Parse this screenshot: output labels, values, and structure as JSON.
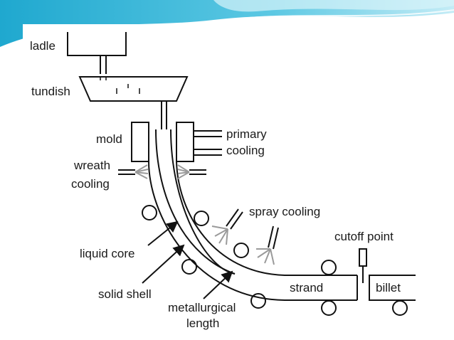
{
  "diagram": {
    "labels": {
      "ladle": "ladle",
      "tundish": "tundish",
      "mold": "mold",
      "primary_cooling_1": "primary",
      "primary_cooling_2": "cooling",
      "wreath_cooling_1": "wreath",
      "wreath_cooling_2": "cooling",
      "spray_cooling": "spray cooling",
      "cutoff_point": "cutoff point",
      "liquid_core": "liquid core",
      "solid_shell": "solid shell",
      "metallurgical_length_1": "metallurgical",
      "metallurgical_length_2": "length",
      "strand": "strand",
      "billet": "billet"
    }
  },
  "colors": {
    "banner_dark": "#2fb4d6",
    "banner_light": "#a9e4f2",
    "spray": "#9a9a9a",
    "line": "#111111"
  }
}
